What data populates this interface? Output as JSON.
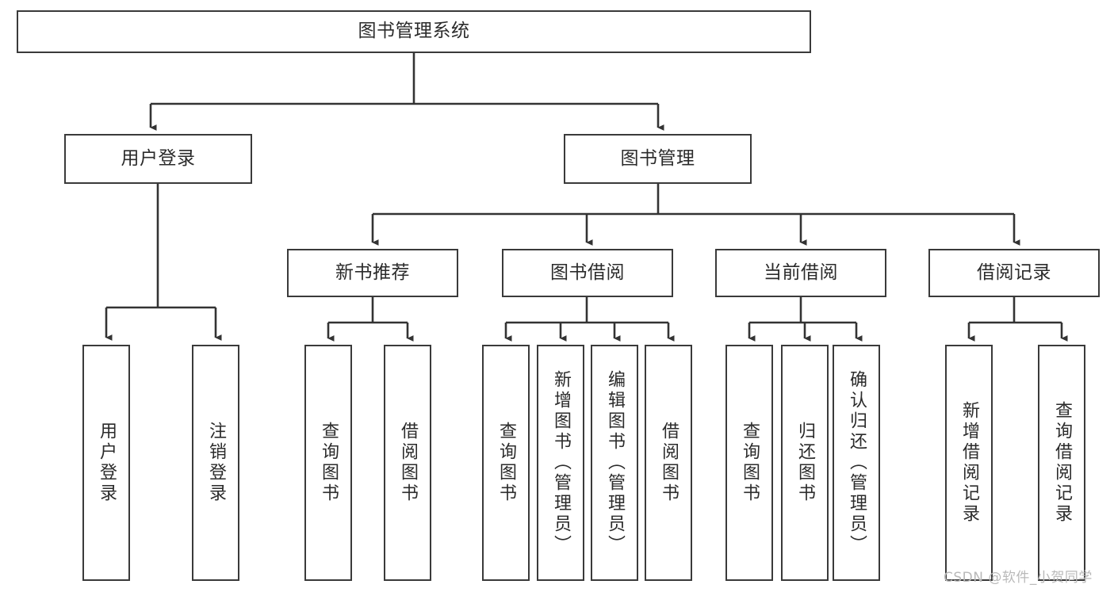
{
  "diagram": {
    "title": "图书管理系统",
    "type": "tree-hierarchy",
    "watermark": "CSDN @软件_小贺同学",
    "colors": {
      "box_border": "#3a3a3a",
      "box_fill": "#ffffff",
      "text": "#2b2b2b",
      "connector": "#333333",
      "watermark": "#b9b9b9",
      "background": "#ffffff"
    },
    "root": {
      "label": "图书管理系统"
    },
    "level2": [
      {
        "label": "用户登录"
      },
      {
        "label": "图书管理"
      }
    ],
    "level3": [
      {
        "label": "新书推荐"
      },
      {
        "label": "图书借阅"
      },
      {
        "label": "当前借阅"
      },
      {
        "label": "借阅记录"
      }
    ],
    "leaves_user_login": [
      {
        "label": "用户登录"
      },
      {
        "label": "注销登录"
      }
    ],
    "leaves_new_book": [
      {
        "label": "查询图书"
      },
      {
        "label": "借阅图书"
      }
    ],
    "leaves_borrow": [
      {
        "label": "查询图书"
      },
      {
        "label": "新增图书（管理员）"
      },
      {
        "label": "编辑图书（管理员）"
      },
      {
        "label": "借阅图书"
      }
    ],
    "leaves_current": [
      {
        "label": "查询图书"
      },
      {
        "label": "归还图书"
      },
      {
        "label": "确认归还（管理员）"
      }
    ],
    "leaves_records": [
      {
        "label": "新增借阅记录"
      },
      {
        "label": "查询借阅记录"
      }
    ]
  }
}
